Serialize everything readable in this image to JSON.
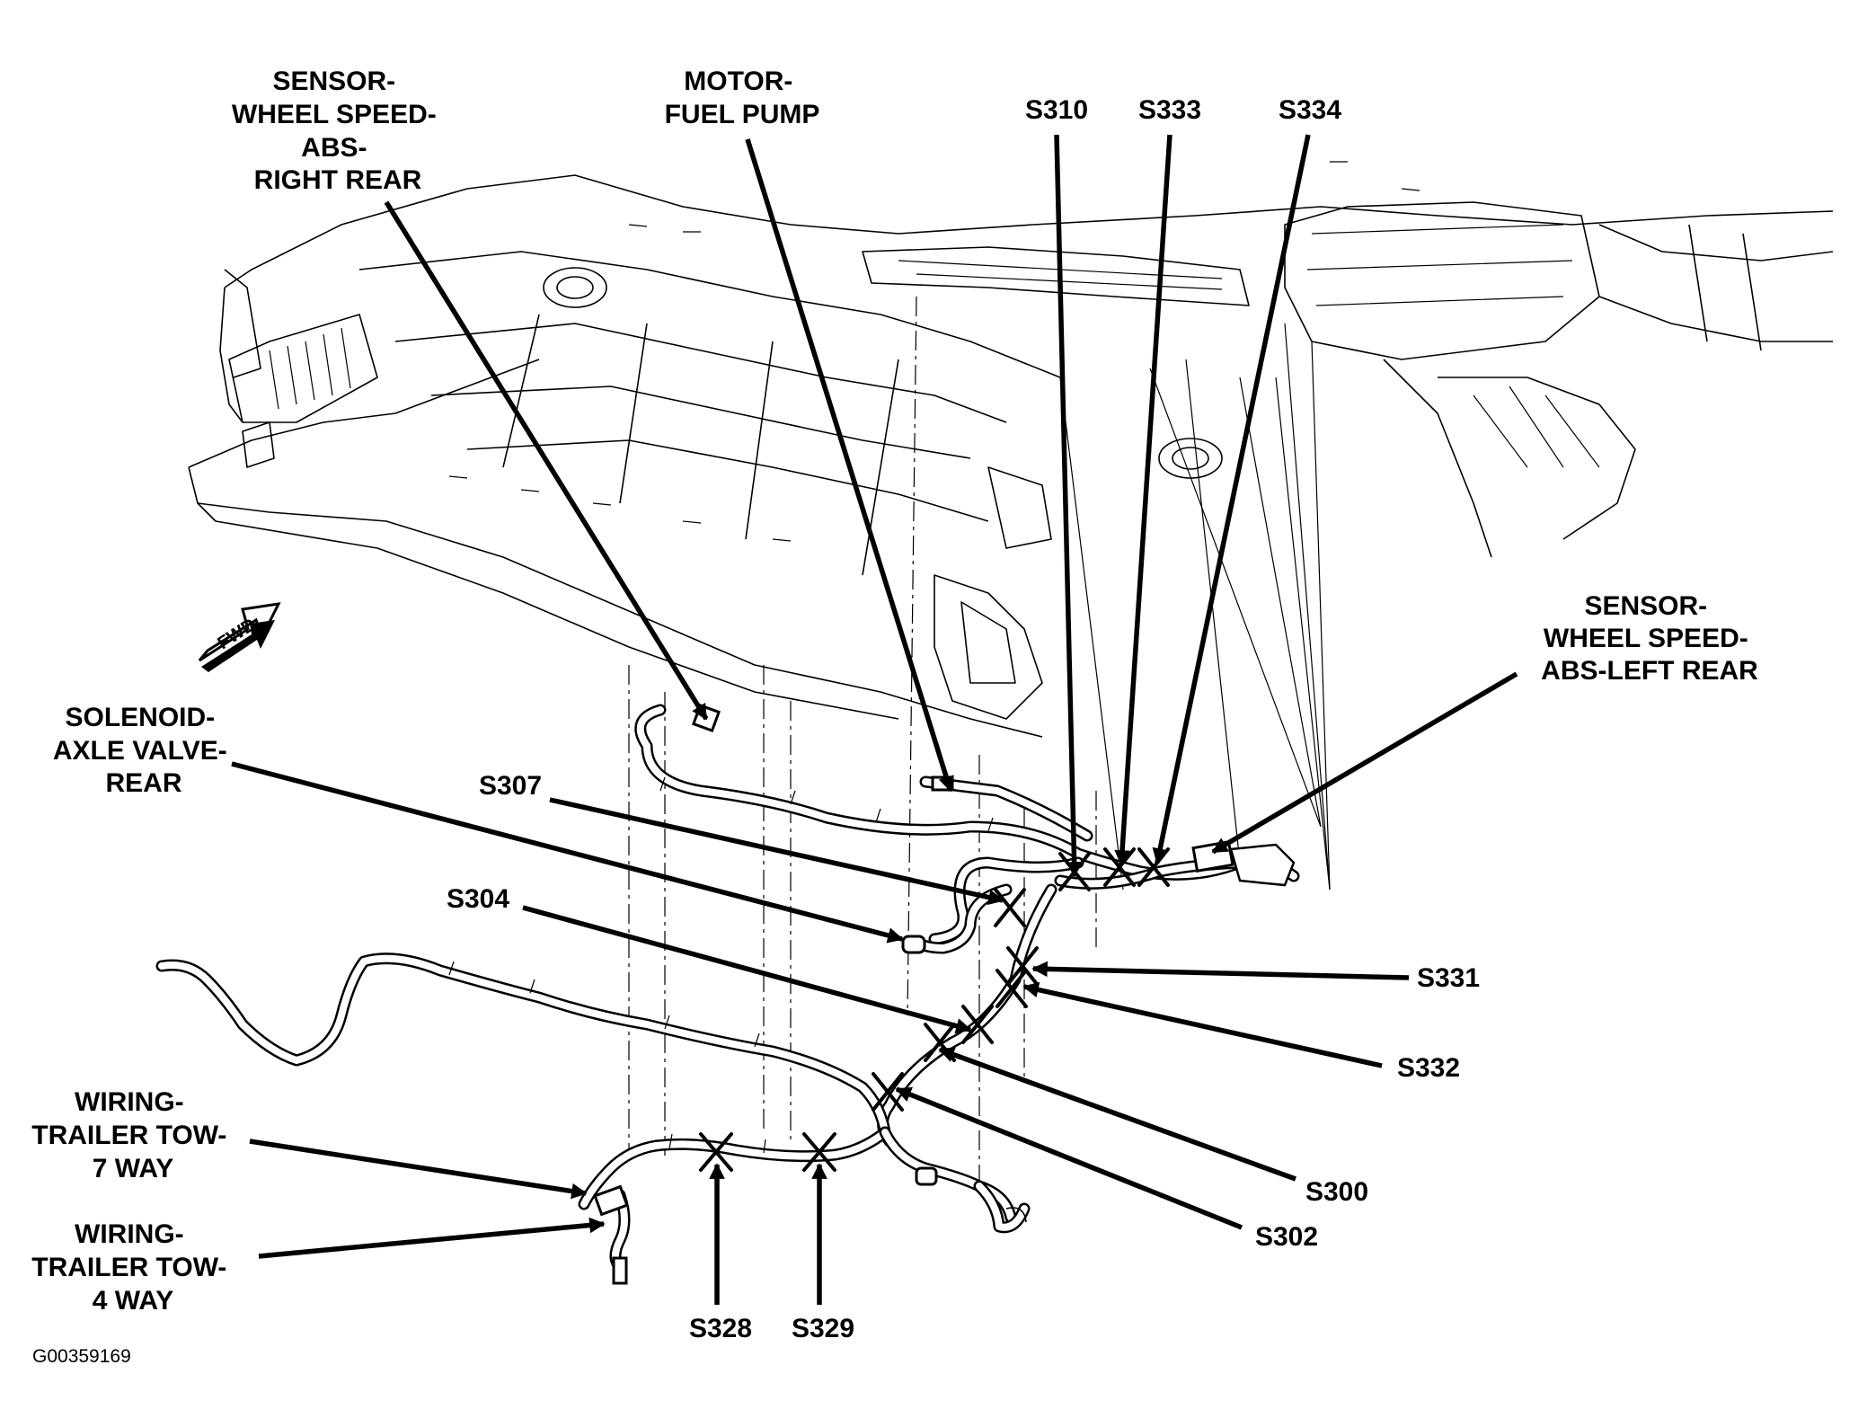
{
  "figure_id": "G00359169",
  "labels": {
    "sensor_right_rear": [
      "SENSOR-",
      "WHEEL SPEED-",
      "ABS-",
      "RIGHT REAR"
    ],
    "motor_fuel_pump": [
      "MOTOR-",
      "FUEL PUMP"
    ],
    "sensor_left_rear": [
      "SENSOR-",
      "WHEEL SPEED-",
      "ABS-LEFT REAR"
    ],
    "solenoid_axle_valve": [
      "SOLENOID-",
      "AXLE VALVE-",
      "REAR"
    ],
    "trailer_tow_7way": [
      "WIRING-",
      "TRAILER TOW-",
      "7 WAY"
    ],
    "trailer_tow_4way": [
      "WIRING-",
      "TRAILER TOW-",
      "4 WAY"
    ],
    "fwd": "FWD"
  },
  "splices": {
    "s310": "S310",
    "s333": "S333",
    "s334": "S334",
    "s307": "S307",
    "s304": "S304",
    "s331": "S331",
    "s332": "S332",
    "s300": "S300",
    "s302": "S302",
    "s328": "S328",
    "s329": "S329"
  }
}
